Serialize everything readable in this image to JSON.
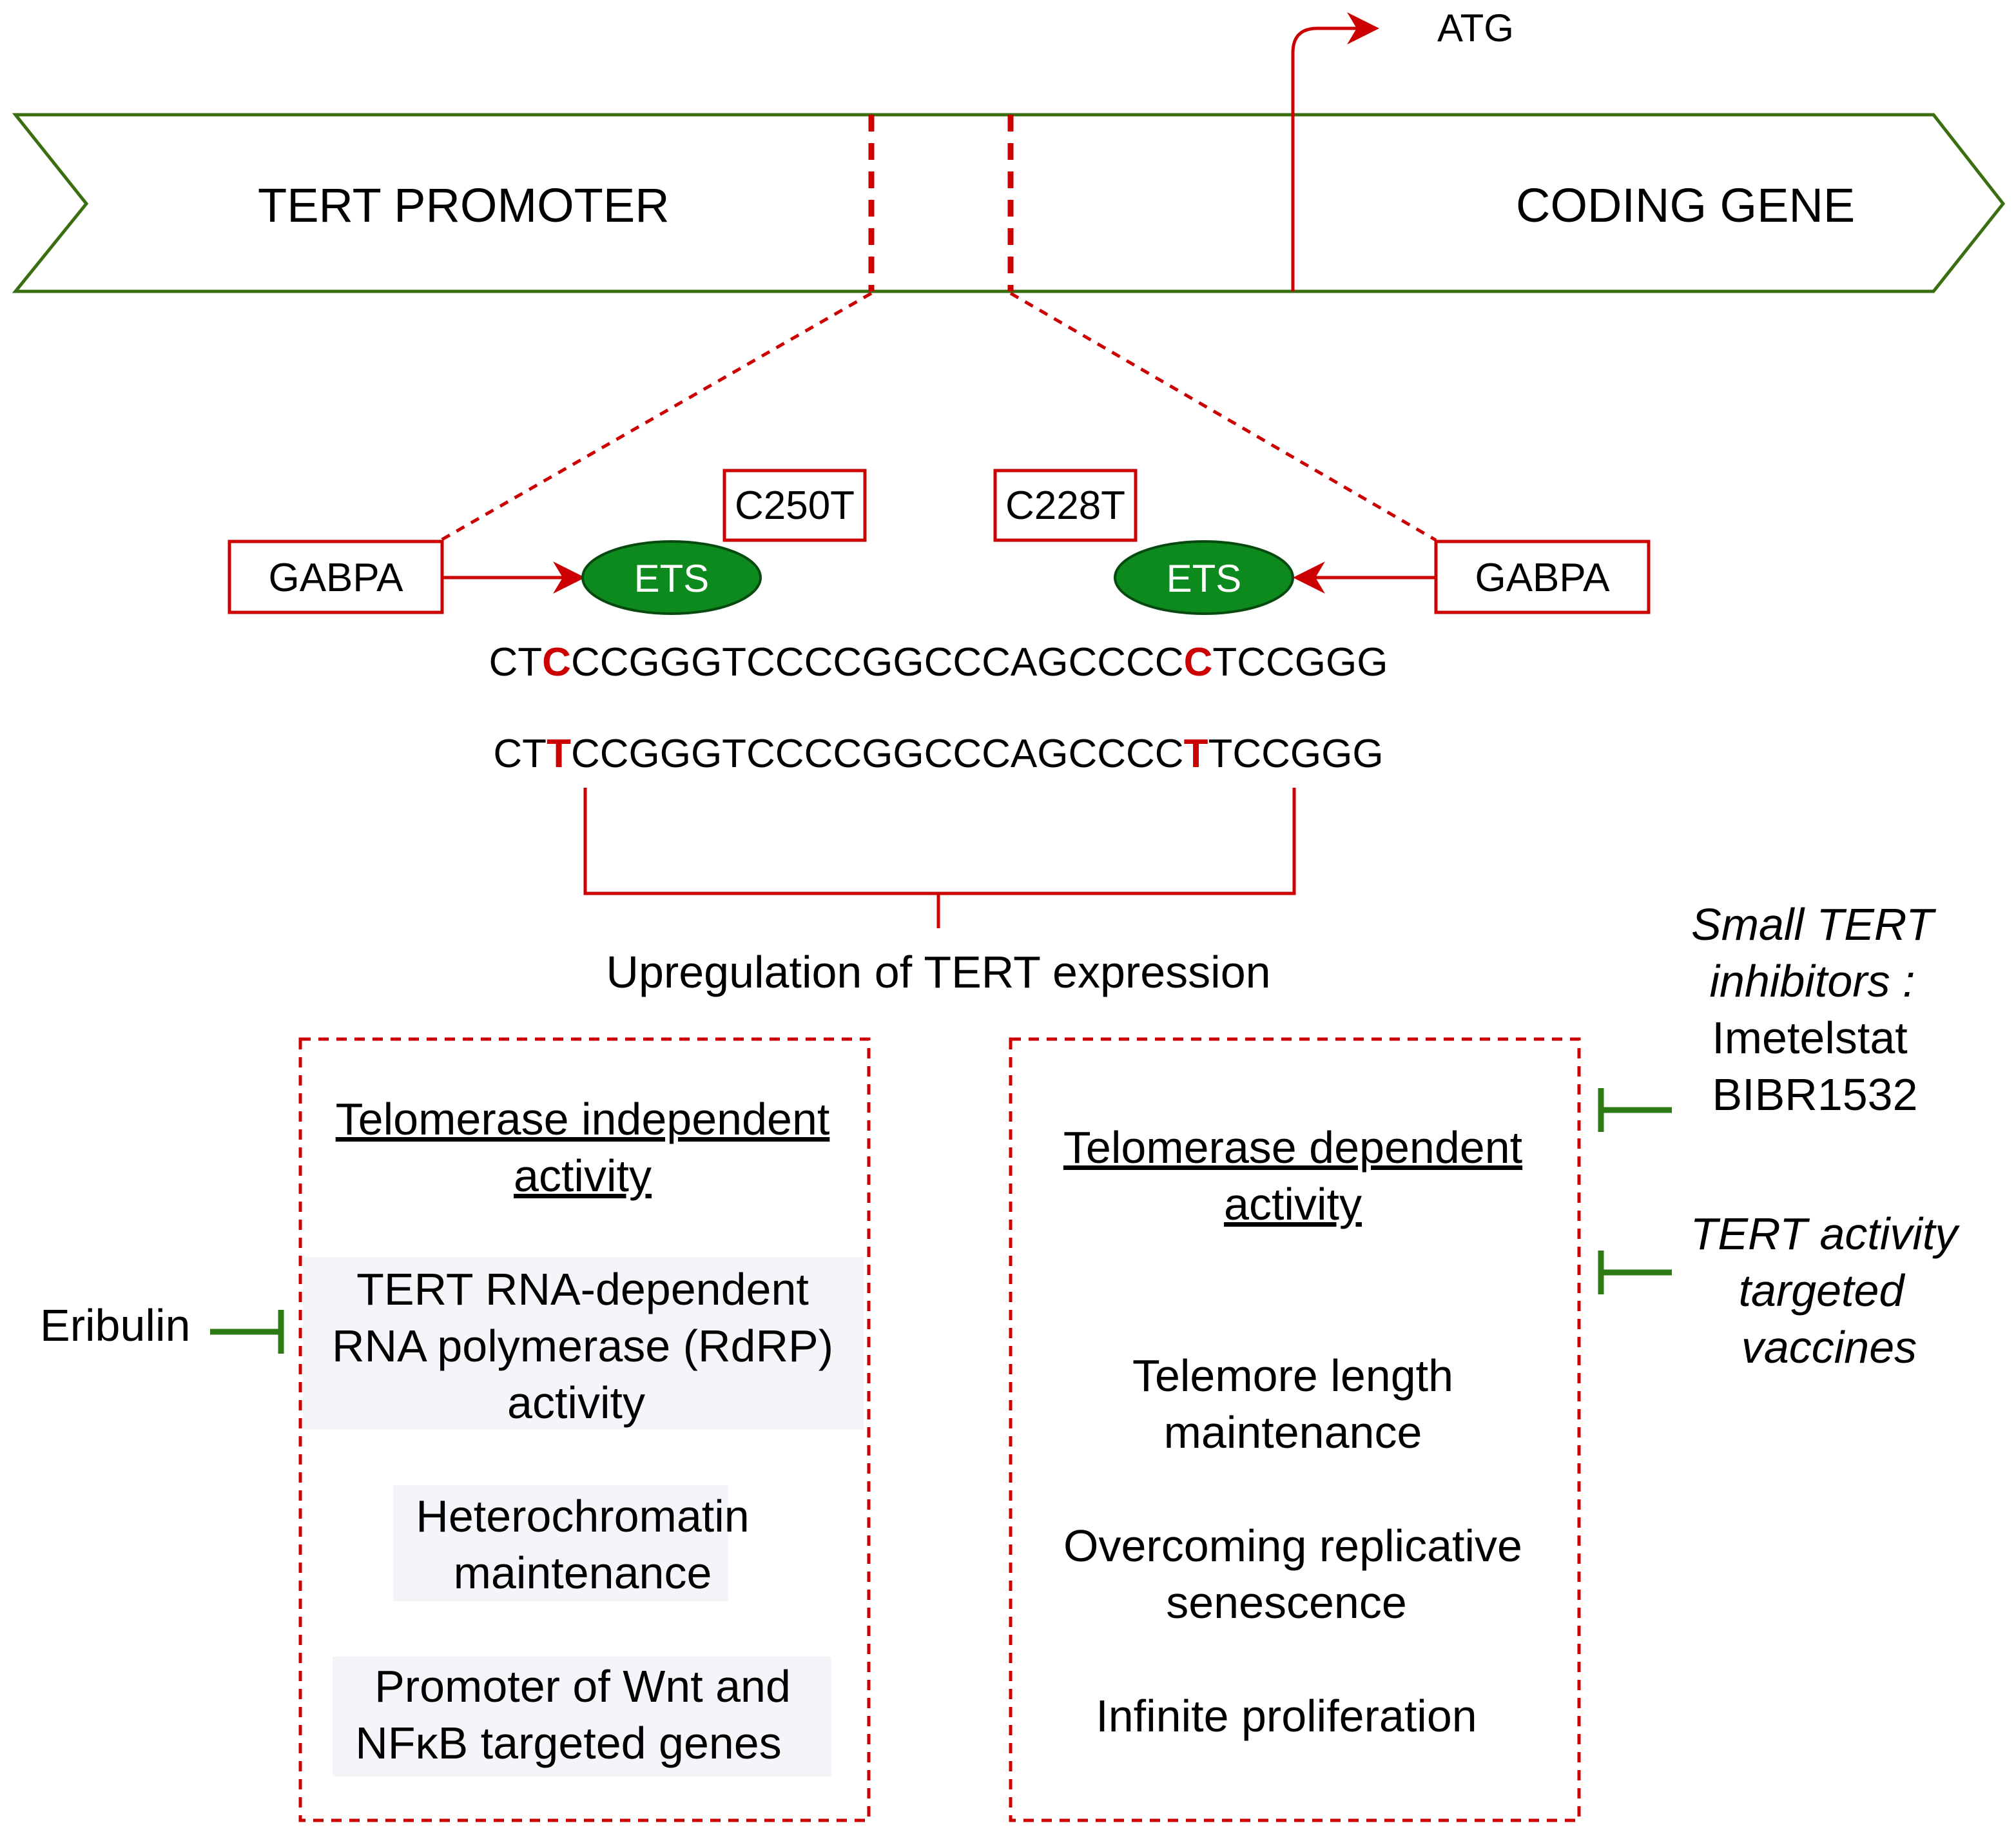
{
  "gene": {
    "promoter_label": "TERT PROMOTER",
    "coding_label": "CODING GENE",
    "start_codon": "ATG"
  },
  "mutations": {
    "left_label": "C250T",
    "right_label": "C228T"
  },
  "factors": {
    "left_gabpa": "GABPA",
    "right_gabpa": "GABPA",
    "left_ets": "ETS",
    "right_ets": "ETS"
  },
  "sequences": {
    "wild_type": {
      "prefix": "CT",
      "mut1": "C",
      "middle": "CCGGGTCCCCGGCCCAGCCCC",
      "mut2": "C",
      "suffix": "TCCGGG"
    },
    "mutant": {
      "prefix": "CT",
      "mut1": "T",
      "middle": "CCGGGTCCCCGGCCCAGCCCC",
      "mut2": "T",
      "suffix": "TCCGGG"
    }
  },
  "outcome": "Upregulation of TERT expression",
  "independent_box": {
    "title_line1": "Telomerase independent",
    "title_line2": "activity",
    "item1_line1": "TERT RNA-dependent",
    "item1_line2": "RNA polymerase (RdRP)",
    "item1_line3": "activity",
    "item2_line1": "Heterochromatin",
    "item2_line2": "maintenance",
    "item3_line1": "Promoter of Wnt and",
    "item3_line2": "NFκB targeted genes"
  },
  "dependent_box": {
    "title_line1": "Telomerase dependent",
    "title_line2": "activity",
    "item1_line1": "Telemore length",
    "item1_line2": "maintenance",
    "item2_line1": "Overcoming replicative",
    "item2_line2": "senescence",
    "item3": "Infinite proliferation"
  },
  "inhibitors": {
    "eribulin": "Eribulin",
    "small_line1": "Small TERT",
    "small_line2": "inhibitors :",
    "small_line3": "Imetelstat",
    "small_line4": "BIBR1532",
    "vaccine_line1": "TERT activity",
    "vaccine_line2": "targeted",
    "vaccine_line3": "vaccines"
  },
  "colors": {
    "green_outline": "#3a6e10",
    "red": "#cc0000",
    "ets_fill": "#0d8a1e",
    "inhibitor_green": "#2e7a14"
  }
}
